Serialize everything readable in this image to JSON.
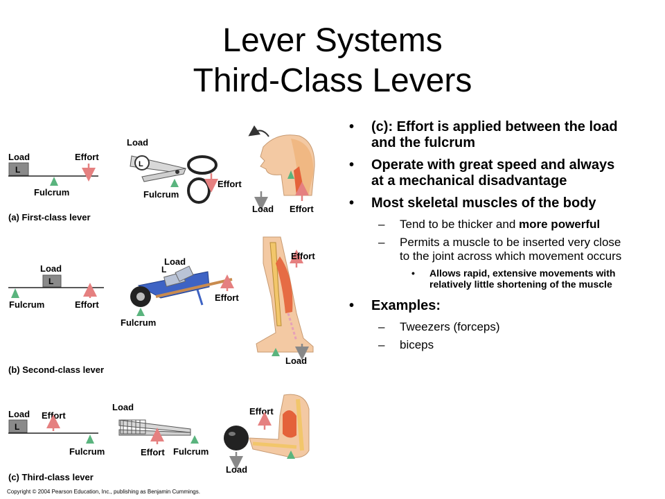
{
  "title": {
    "line1": "Lever Systems",
    "line2": "Third-Class Levers"
  },
  "figure": {
    "label_load": "Load",
    "label_effort": "Effort",
    "label_fulcrum": "Fulcrum",
    "letter_l": "L",
    "caption_a": "(a) First-class lever",
    "caption_b": "(b) Second-class lever",
    "caption_c": "(c) Third-class lever",
    "copyright": "Copyright © 2004 Pearson Education, Inc., publishing as Benjamin Cummings.",
    "colors": {
      "fulcrum": "#5ab47e",
      "effort_arrow": "#e58080",
      "load_box": "#8a8a8a",
      "muscle": "#e4623a",
      "bone": "#f2c66b"
    }
  },
  "bullets": {
    "b1": "(c): Effort is applied between the load and the fulcrum",
    "b2": "Operate with great speed and always at a mechanical disadvantage",
    "b3": "Most skeletal muscles of the body",
    "b3_sub1_pre": "Tend to be thicker and ",
    "b3_sub1_bold": "more powerful",
    "b3_sub2": "Permits a muscle to be inserted very close to the joint across which movement occurs",
    "b3_sub2_sub1": "Allows rapid, extensive movements with relatively little shortening of the muscle",
    "b4": "Examples:",
    "b4_sub1": "Tweezers (forceps)",
    "b4_sub2": "biceps",
    "bullet_mark": "•",
    "dash_mark": "–"
  }
}
